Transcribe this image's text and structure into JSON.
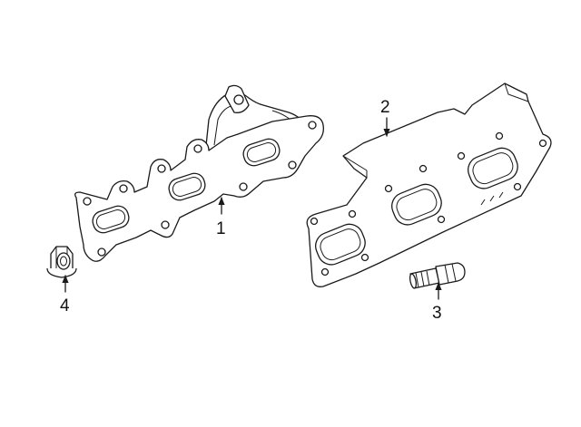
{
  "diagram": {
    "parts": [
      {
        "id": "exhaust-manifold",
        "label": "1"
      },
      {
        "id": "manifold-gasket",
        "label": "2"
      },
      {
        "id": "manifold-stud",
        "label": "3"
      },
      {
        "id": "manifold-nut",
        "label": "4"
      }
    ]
  }
}
